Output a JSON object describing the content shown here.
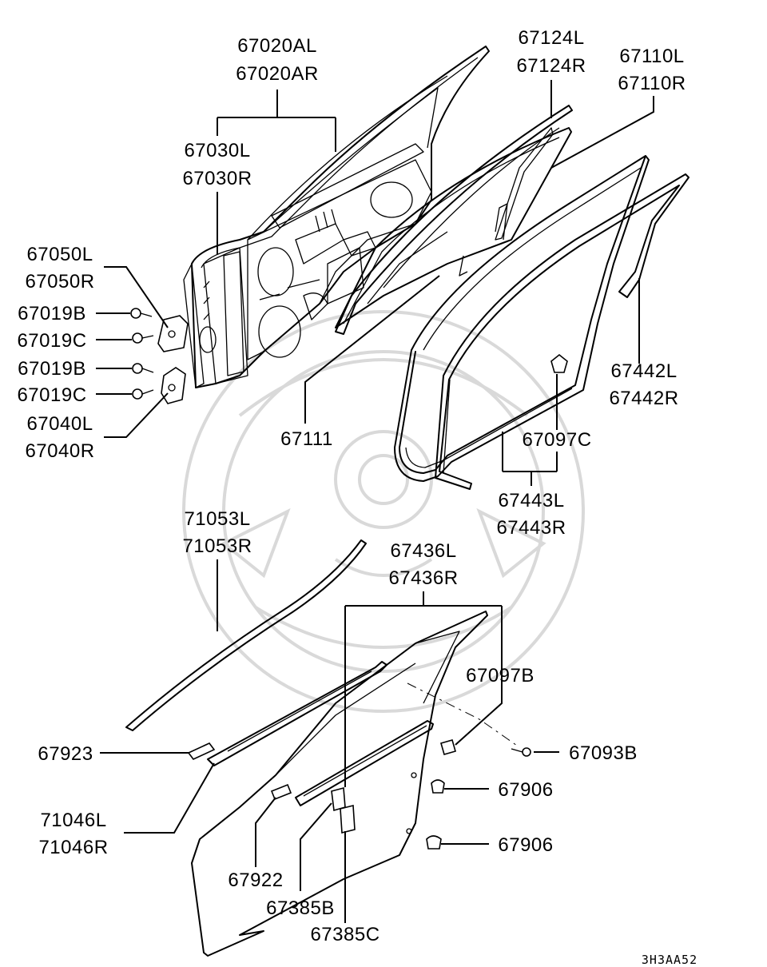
{
  "diagram": {
    "drawing_code": "3H3AA52",
    "labels": {
      "p67020A": [
        "67020AL",
        "67020AR"
      ],
      "p67030": [
        "67030L",
        "67030R"
      ],
      "p67124": [
        "67124L",
        "67124R"
      ],
      "p67110": [
        "67110L",
        "67110R"
      ],
      "p67050": [
        "67050L",
        "67050R"
      ],
      "p67019B_1": "67019B",
      "p67019C_1": "67019C",
      "p67019B_2": "67019B",
      "p67019C_2": "67019C",
      "p67040": [
        "67040L",
        "67040R"
      ],
      "p67111": "67111",
      "p67442": [
        "67442L",
        "67442R"
      ],
      "p67097C": "67097C",
      "p67443": [
        "67443L",
        "67443R"
      ],
      "p71053": [
        "71053L",
        "71053R"
      ],
      "p67436": [
        "67436L",
        "67436R"
      ],
      "p67097B": "67097B",
      "p67923": "67923",
      "p67093B": "67093B",
      "p67906_1": "67906",
      "p71046": [
        "71046L",
        "71046R"
      ],
      "p67906_2": "67906",
      "p67922": "67922",
      "p67385B": "67385B",
      "p67385C": "67385C"
    }
  }
}
